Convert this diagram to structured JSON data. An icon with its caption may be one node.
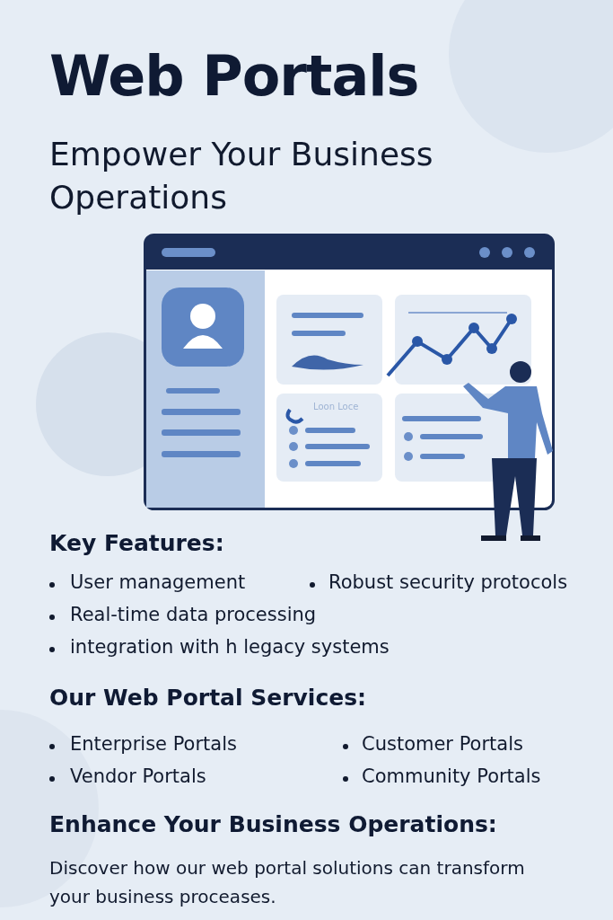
{
  "diagram": {
    "title": "Web Portals",
    "labels": [
      "Empower Your Business Operations",
      "Loon Loce",
      "Key Features:",
      "User management",
      "Robust security protocols",
      "Real-time data processing",
      "integration with h legacy systems",
      "Our Web Portal Services:",
      "Enterprise Portals",
      "Customer Portals",
      "Vendor Portals",
      "Community Portals",
      "Enhance Your Business Operations:",
      "Discover how our web portal solutions can transform your business proceases."
    ]
  }
}
